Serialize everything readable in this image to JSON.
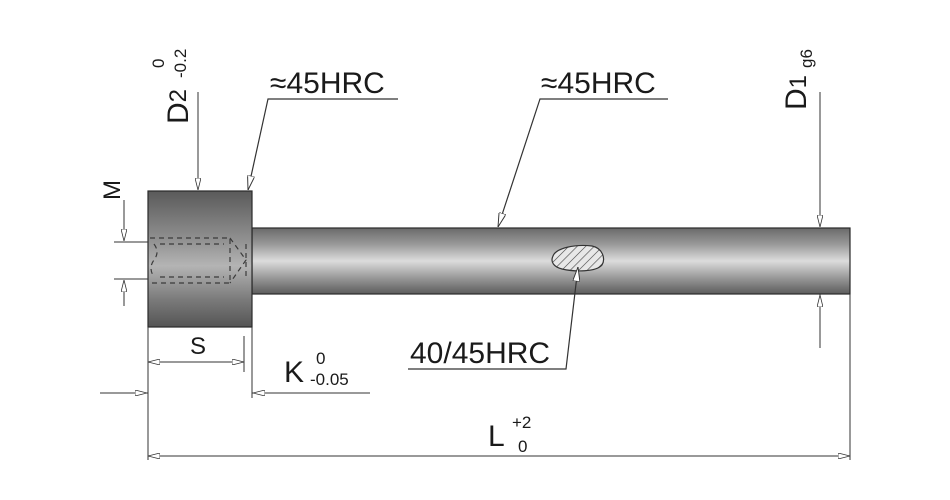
{
  "labels": {
    "d2": "D",
    "d2_sub": "2",
    "d2_tol_upper": "0",
    "d2_tol_lower": "-0.2",
    "head_hardness": "≈45HRC",
    "shaft_hardness": "≈45HRC",
    "d1": "D",
    "d1_sub": "1",
    "d1_fit": "g6",
    "m": "M",
    "s": "S",
    "k": "K",
    "k_tol_upper": "0",
    "k_tol_lower": "-0.05",
    "core_hardness": "40/45HRC",
    "l": "L",
    "l_tol_upper": "+2",
    "l_tol_lower": "0"
  },
  "colors": {
    "steel_dark": "#5e5e5e",
    "steel_light": "#c9c9c9",
    "line": "#333333"
  }
}
